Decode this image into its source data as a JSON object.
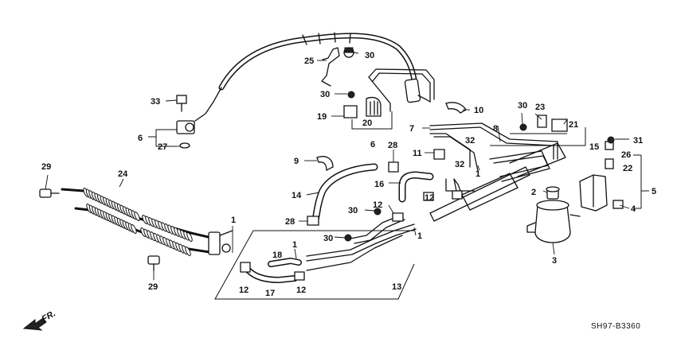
{
  "diagram_code": "SH97-B3360",
  "front_indicator": "FR.",
  "callouts": {
    "c1_a": "1",
    "c1_b": "1",
    "c1_c": "1",
    "c1_d": "1",
    "c2": "2",
    "c3": "3",
    "c4": "4",
    "c5": "5",
    "c6_a": "6",
    "c6_b": "6",
    "c7": "7",
    "c8": "8",
    "c9": "9",
    "c10": "10",
    "c11": "11",
    "c12_a": "12",
    "c12_b": "12",
    "c12_c": "12",
    "c12_d": "12",
    "c13": "13",
    "c14": "14",
    "c15": "15",
    "c16": "16",
    "c17": "17",
    "c18": "18",
    "c19": "19",
    "c20": "20",
    "c21": "21",
    "c22": "22",
    "c23": "23",
    "c24": "24",
    "c25": "25",
    "c26": "26",
    "c27": "27",
    "c28_a": "28",
    "c28_b": "28",
    "c29_a": "29",
    "c29_b": "29",
    "c30_a": "30",
    "c30_b": "30",
    "c30_c": "30",
    "c30_d": "30",
    "c30_e": "30",
    "c31": "31",
    "c32_a": "32",
    "c32_b": "32",
    "c33": "33"
  }
}
